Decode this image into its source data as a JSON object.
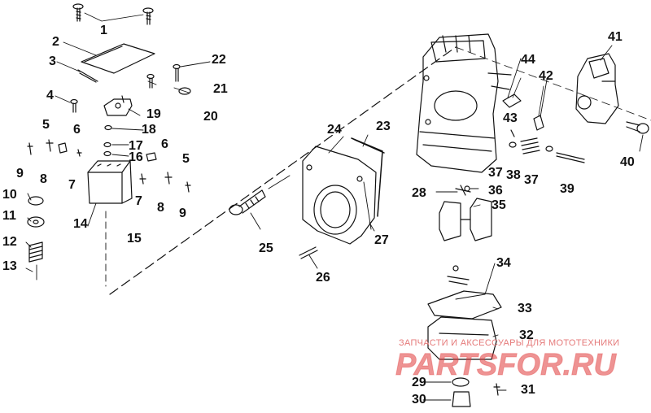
{
  "diagram": {
    "callouts": [
      "1",
      "2",
      "3",
      "4",
      "5",
      "6",
      "7",
      "8",
      "9",
      "10",
      "11",
      "12",
      "13",
      "14",
      "15",
      "16",
      "17",
      "18",
      "19",
      "20",
      "21",
      "22",
      "23",
      "24",
      "25",
      "26",
      "27",
      "28",
      "29",
      "30",
      "31",
      "32",
      "33",
      "34",
      "35",
      "36",
      "37",
      "37",
      "38",
      "39",
      "40",
      "41",
      "42",
      "43",
      "44",
      "5",
      "6",
      "7",
      "8",
      "9"
    ]
  },
  "watermark": {
    "tagline": "ЗАПЧАСТИ И АКСЕССУАРЫ ДЛЯ МОТОТЕХНИКИ",
    "brand": "PARTSFOR.RU",
    "color": "#e03b3b"
  }
}
